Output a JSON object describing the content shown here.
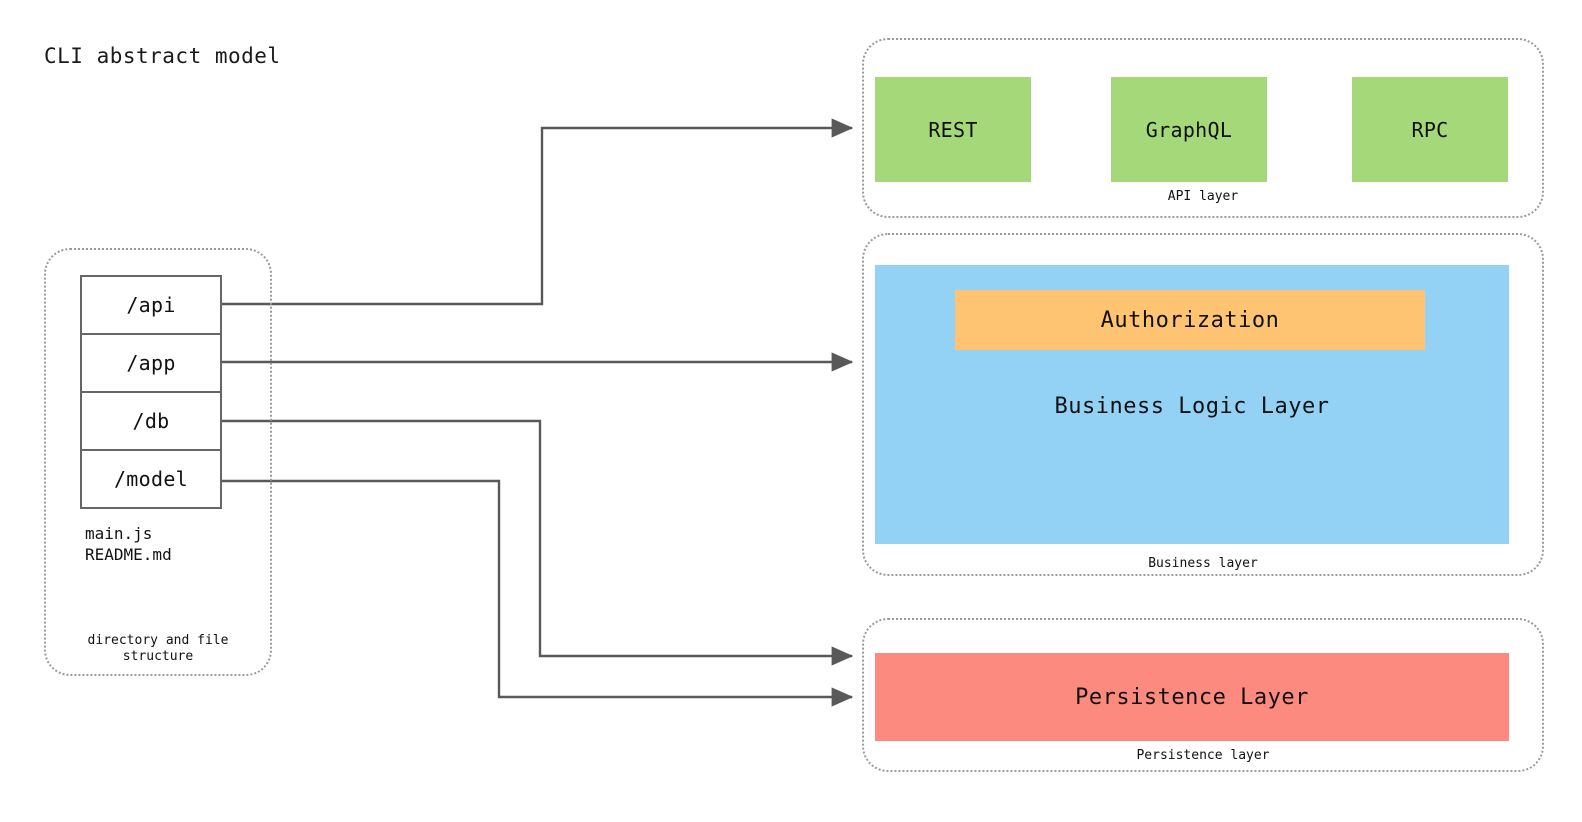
{
  "title": "CLI abstract model",
  "colors": {
    "api_box": "#a4d878",
    "business_box": "#93d2f5",
    "auth_box": "#fec471",
    "persistence_box": "#fd8a7e",
    "connector": "#595959",
    "group_border": "#9a9a9a",
    "table_border": "#666666",
    "background": "#ffffff"
  },
  "left_panel": {
    "caption": "directory and file\nstructure",
    "directories": [
      {
        "label": "/api"
      },
      {
        "label": "/app"
      },
      {
        "label": "/db"
      },
      {
        "label": "/model"
      }
    ],
    "files": "main.js\nREADME.md"
  },
  "api_layer": {
    "caption": "API layer",
    "boxes": [
      {
        "label": "REST"
      },
      {
        "label": "GraphQL"
      },
      {
        "label": "RPC"
      }
    ]
  },
  "business_layer": {
    "caption": "Business layer",
    "label": "Business Logic Layer",
    "auth_label": "Authorization"
  },
  "persistence_layer": {
    "caption": "Persistence layer",
    "label": "Persistence Layer"
  },
  "connections": [
    {
      "from": "/api",
      "to": "API layer"
    },
    {
      "from": "/app",
      "to": "Business layer"
    },
    {
      "from": "/db",
      "to": "Persistence layer"
    },
    {
      "from": "/model",
      "to": "Persistence layer"
    }
  ]
}
